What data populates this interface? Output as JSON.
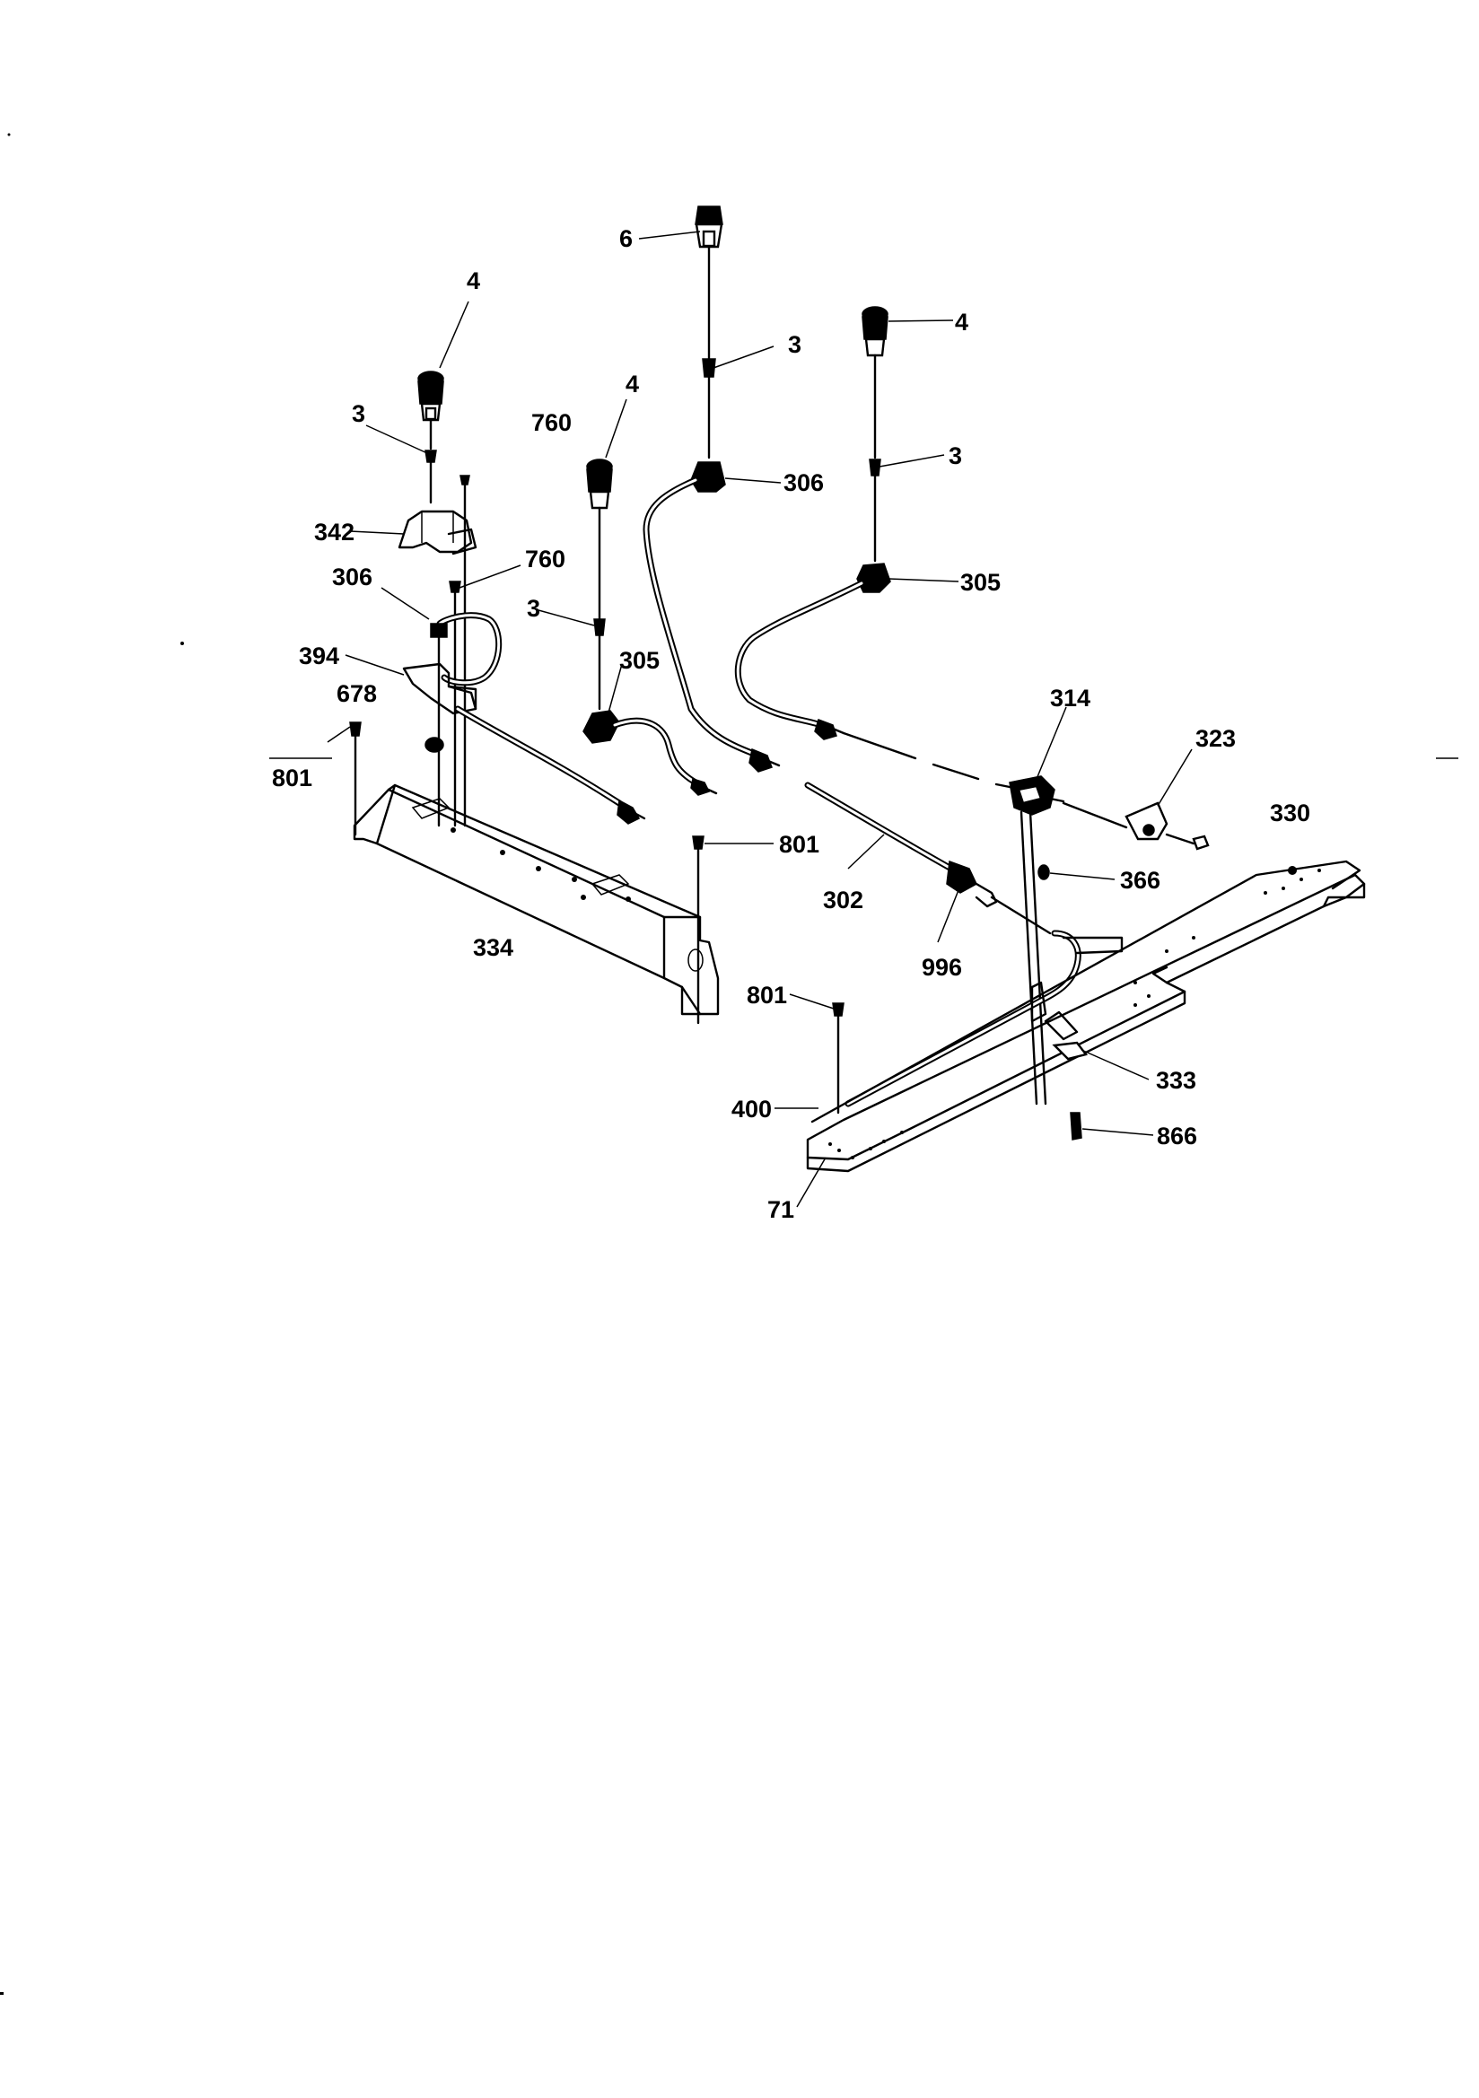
{
  "diagram": {
    "labels": {
      "l_4_left": "4",
      "l_3_left": "3",
      "l_760_top": "760",
      "l_342": "342",
      "l_306_left": "306",
      "l_760_mid": "760",
      "l_394": "394",
      "l_678": "678",
      "l_801_left": "801",
      "l_4_mid": "4",
      "l_3_mid": "3",
      "l_305_mid": "305",
      "l_6": "6",
      "l_3_top": "3",
      "l_306_top": "306",
      "l_4_right": "4",
      "l_3_right": "3",
      "l_305_right": "305",
      "l_314": "314",
      "l_323": "323",
      "l_330": "330",
      "l_366": "366",
      "l_302": "302",
      "l_996": "996",
      "l_801_mid": "801",
      "l_334": "334",
      "l_801_low": "801",
      "l_400": "400",
      "l_333": "333",
      "l_866": "866",
      "l_71": "71"
    }
  }
}
